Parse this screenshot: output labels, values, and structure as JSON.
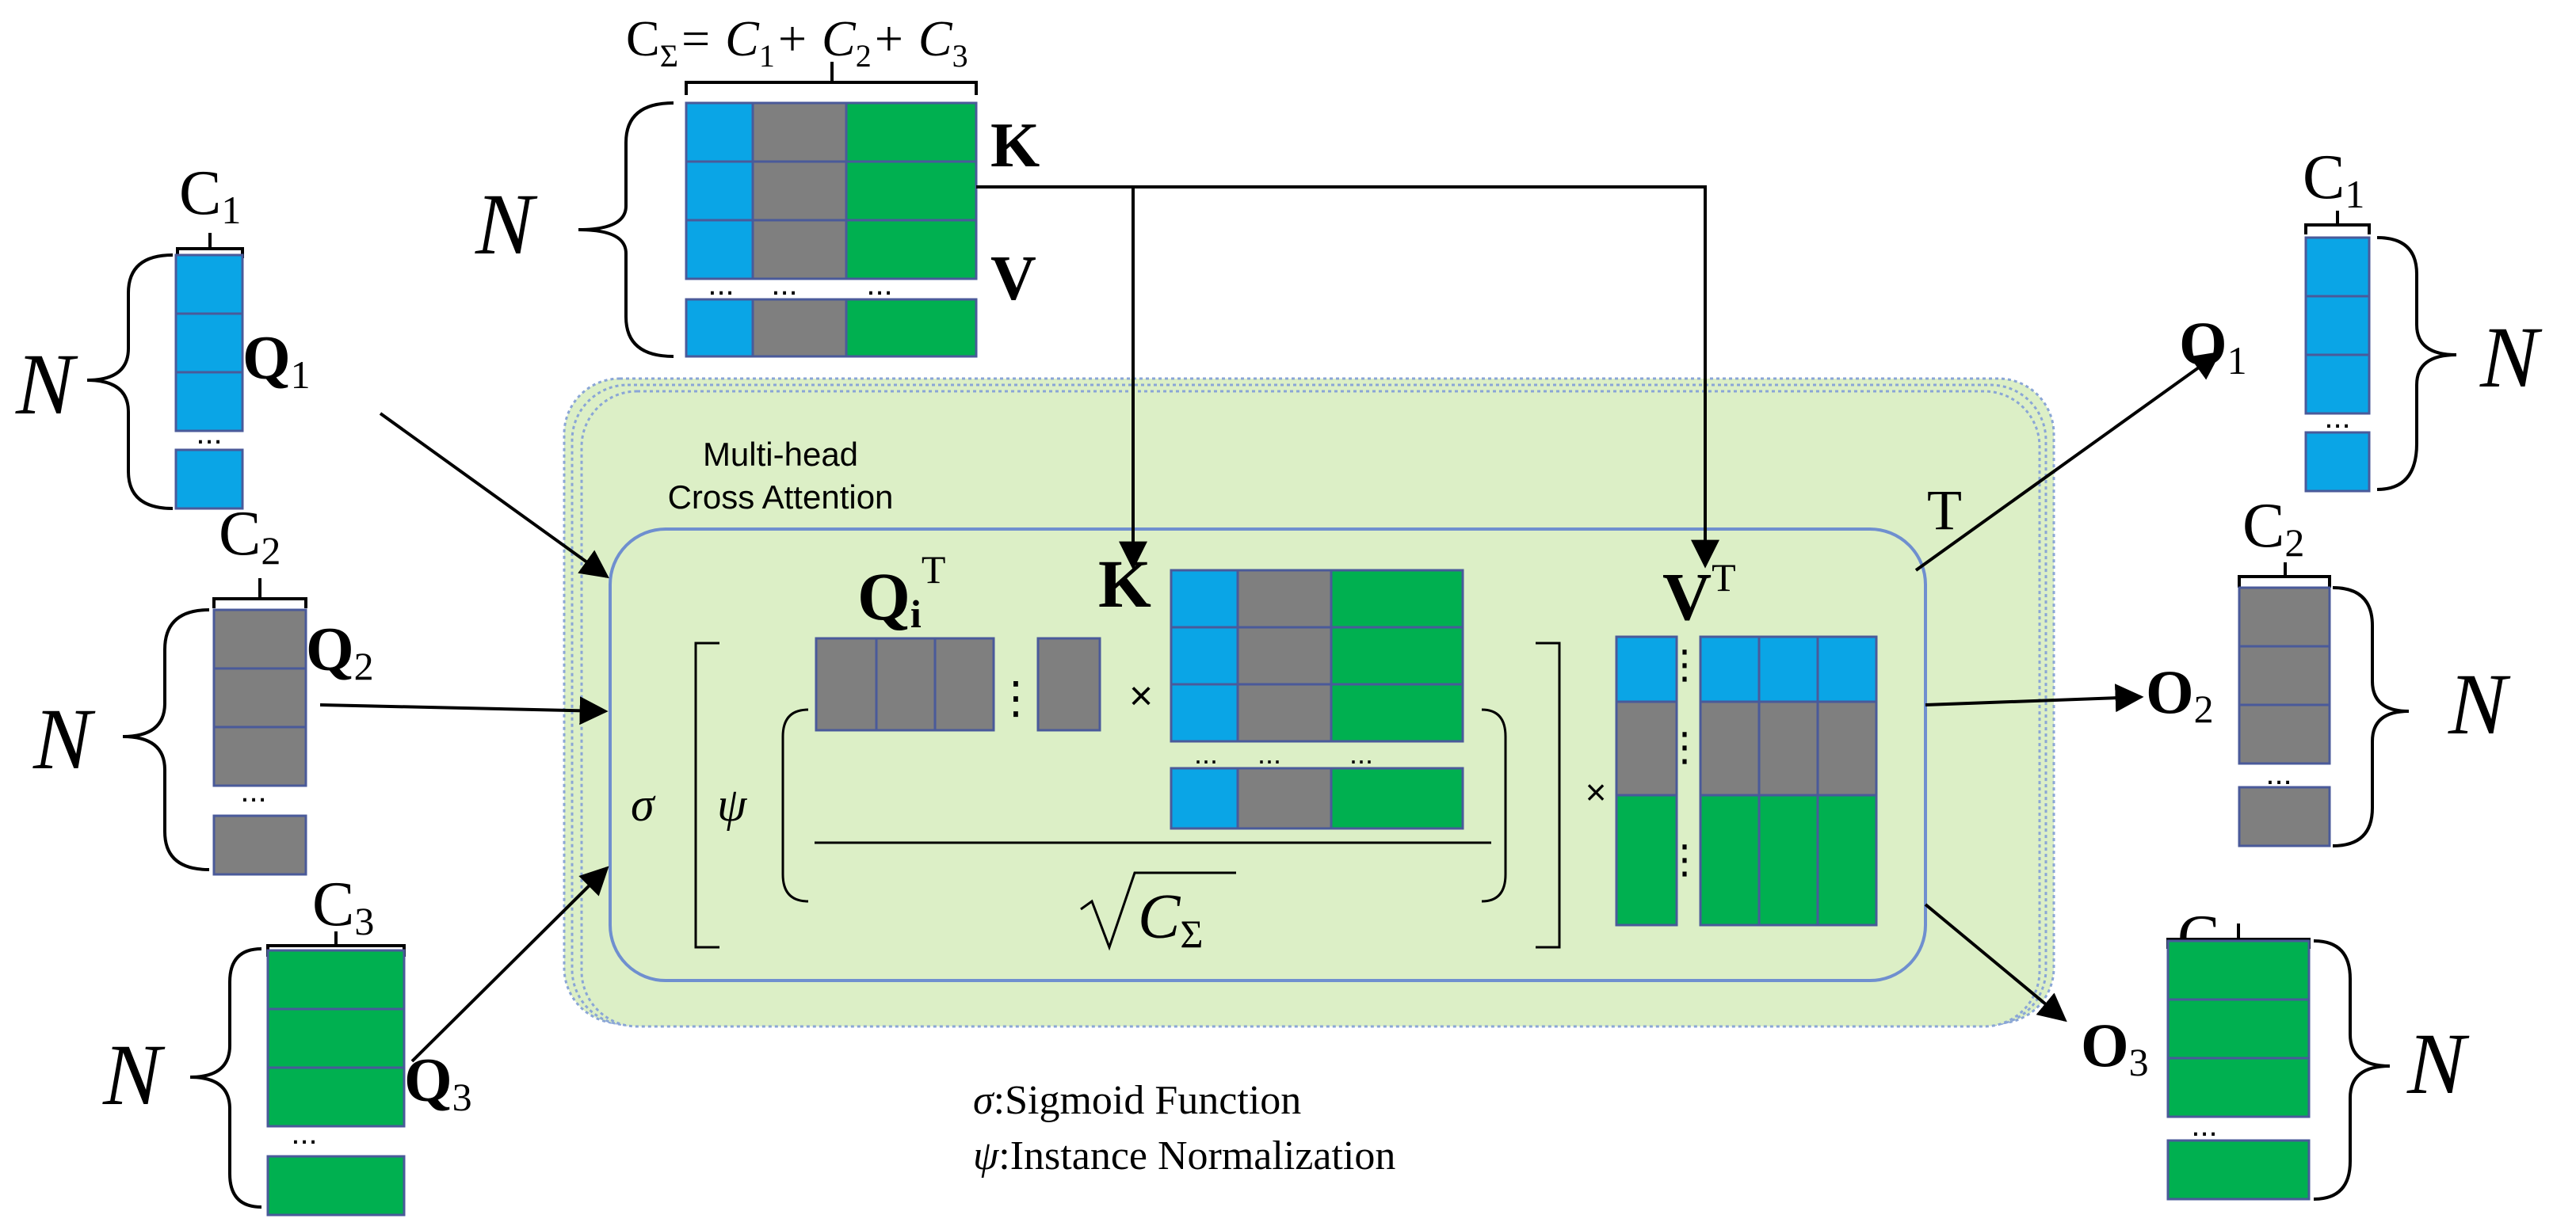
{
  "colors": {
    "blue": "#0aa5e6",
    "gray": "#7f7f7f",
    "green": "#00b050",
    "cell_border": "#4a5a9a",
    "panel_fill": "#dcefc6",
    "panel_border": "#6f8fcf",
    "arrow": "#000000"
  },
  "top_block": {
    "csum_label": "C",
    "csum_sub": "Σ",
    "csum_rhs": "= C",
    "plus2": "+ C",
    "plus3": "+ C",
    "n_label": "N",
    "k_label": "K",
    "v_label": "V",
    "ellipsis": "..."
  },
  "inputs": {
    "c1": "C",
    "c1_sub": "1",
    "c2": "C",
    "c2_sub": "2",
    "c3": "C",
    "c3_sub": "3",
    "n_label": "N",
    "q_label": "Q",
    "q1_sub": "1",
    "q2_sub": "2",
    "q3_sub": "3",
    "ellipsis": "..."
  },
  "outputs": {
    "o_label": "O",
    "o1_sub": "1",
    "o2_sub": "2",
    "o3_sub": "3",
    "n_label": "N"
  },
  "panel": {
    "title_line1": "Multi-head",
    "title_line2": "Cross Attention",
    "t_label": "T",
    "sigma": "σ",
    "psi": "ψ",
    "qi_label": "Q",
    "qi_sub": "i",
    "qi_sup": "T",
    "k_label": "K",
    "v_label": "V",
    "v_sup": "T",
    "times": "×",
    "sqrt_c": "C",
    "sqrt_sub": "Σ",
    "vdots": "⋮"
  },
  "legend": {
    "sigma_symbol": "σ",
    "sigma_text": ":Sigmoid Function",
    "psi_symbol": "ψ",
    "psi_text": ":Instance Normalization"
  }
}
